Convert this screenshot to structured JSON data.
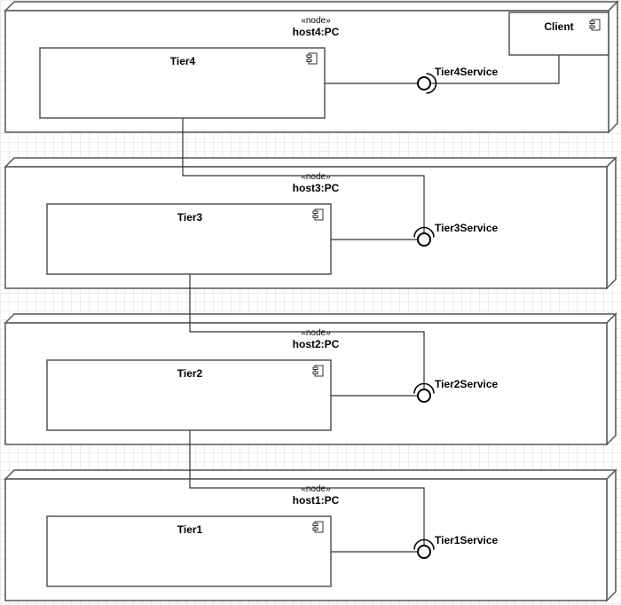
{
  "nodes": [
    {
      "stereotype": "«node»",
      "name": "host4:PC"
    },
    {
      "stereotype": "«node»",
      "name": "host3:PC"
    },
    {
      "stereotype": "«node»",
      "name": "host2:PC"
    },
    {
      "stereotype": "«node»",
      "name": "host1:PC"
    }
  ],
  "components": [
    {
      "name": "Tier4"
    },
    {
      "name": "Tier3"
    },
    {
      "name": "Tier2"
    },
    {
      "name": "Tier1"
    },
    {
      "name": "Client"
    }
  ],
  "interfaces": [
    {
      "name": "Tier4Service"
    },
    {
      "name": "Tier3Service"
    },
    {
      "name": "Tier2Service"
    },
    {
      "name": "Tier1Service"
    }
  ]
}
